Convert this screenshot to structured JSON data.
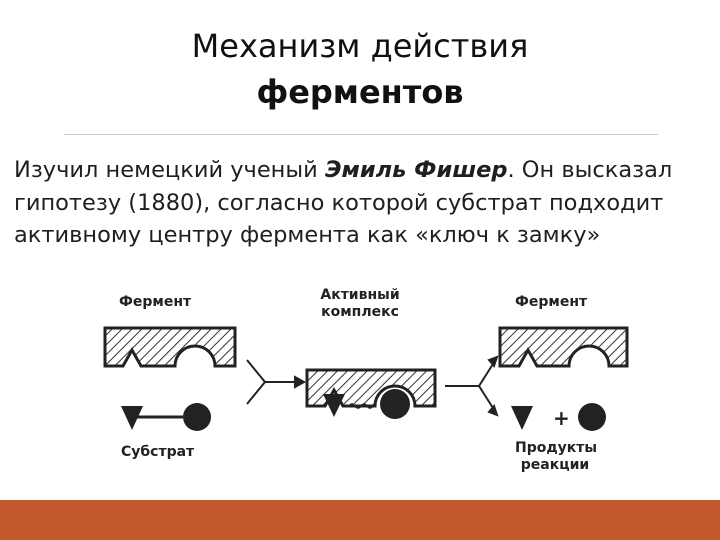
{
  "title": {
    "line1": "Механизм действия",
    "line2": "ферментов"
  },
  "body": {
    "part1": "Изучил немецкий ученый ",
    "emphasis": "Эмиль Фишер",
    "part2": ". Он высказал гипотезу (1880), согласно которой субстрат подходит активному центру фермента как «ключ к замку»"
  },
  "diagram": {
    "enzyme_left": "Фермент",
    "active_complex_line1": "Активный",
    "active_complex_line2": "комплекс",
    "enzyme_right": "Фермент",
    "substrate": "Субстрат",
    "products_line1": "Продукты",
    "products_line2": "реакции",
    "plus": "+"
  },
  "colors": {
    "accent_bar": "#c4582d",
    "divider": "#c9c9c9"
  }
}
